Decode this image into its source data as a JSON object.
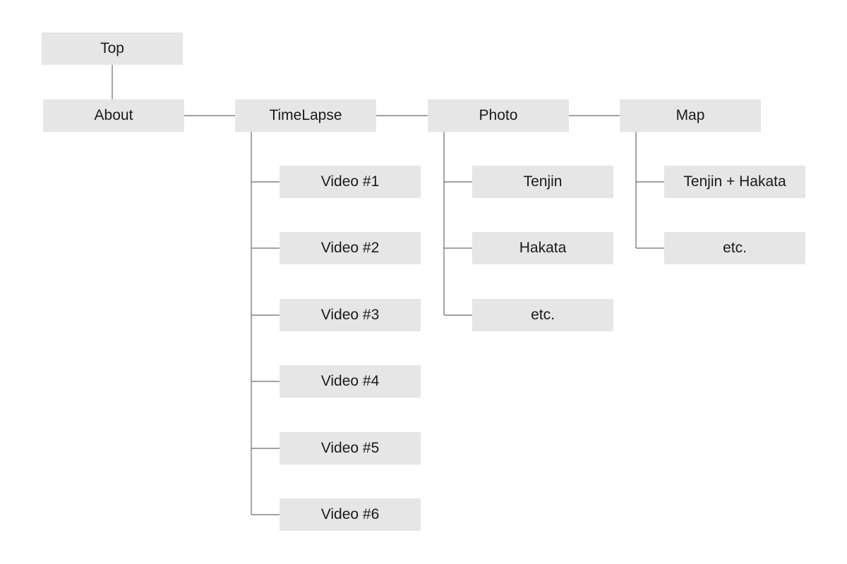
{
  "sitemap": {
    "top": "Top",
    "main": [
      {
        "label": "About",
        "children": []
      },
      {
        "label": "TimeLapse",
        "children": [
          "Video #1",
          "Video #2",
          "Video #3",
          "Video #4",
          "Video #5",
          "Video #6"
        ]
      },
      {
        "label": "Photo",
        "children": [
          "Tenjin",
          "Hakata",
          "etc."
        ]
      },
      {
        "label": "Map",
        "children": [
          "Tenjin + Hakata",
          "etc."
        ]
      }
    ]
  },
  "colors": {
    "node_fill": "#e6e6e6",
    "line": "#6b6b6b",
    "text": "#1a1a1a"
  }
}
